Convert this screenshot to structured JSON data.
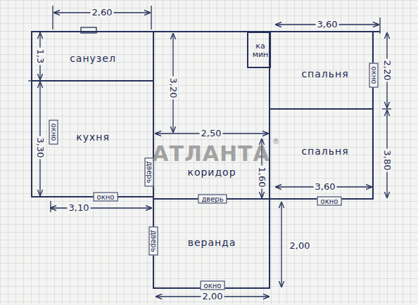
{
  "diagram": {
    "nodes": [
      {
        "text": [
          "санузел"
        ]
      },
      {
        "text": [
          "кухня"
        ]
      },
      {
        "text": [
          "коридор"
        ]
      },
      {
        "text": [
          "ка мин"
        ],
        "in": 2
      },
      {
        "text": [
          "спальня"
        ]
      },
      {
        "text": [
          "спальня"
        ]
      },
      {
        "text": [
          "веранда"
        ]
      }
    ],
    "labels": [
      "2,60",
      "3,60",
      "1,3",
      "3,30",
      "окно",
      "3,20",
      "2,50",
      "окно",
      "2,20",
      "3,80",
      "дверь",
      "1,60",
      "3,60",
      "окно",
      "дверь",
      "окно",
      "3,10",
      "дверь",
      "2,00",
      "окно",
      "2,00",
      "АТЛАНТА",
      "®"
    ]
  }
}
